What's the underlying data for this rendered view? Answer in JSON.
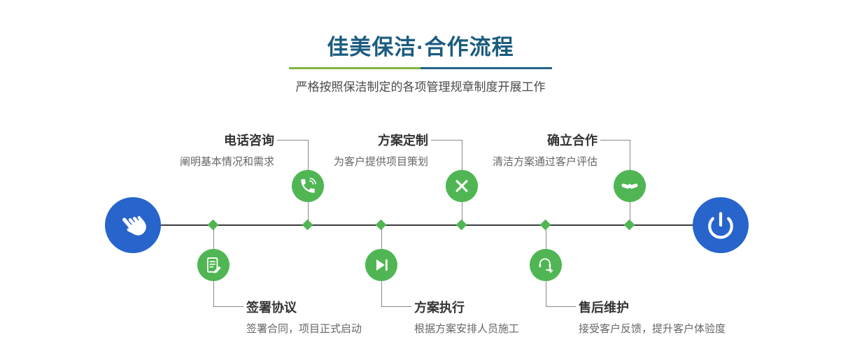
{
  "header": {
    "title": "佳美保洁·合作流程",
    "subtitle": "严格按照保洁制定的各项管理规章制度开展工作"
  },
  "flow": {
    "start_icon": "pointing-hand-icon",
    "end_icon": "power-icon",
    "top_steps": [
      {
        "label": "电话咨询",
        "desc": "阐明基本情况和需求",
        "icon": "phone-icon"
      },
      {
        "label": "方案定制",
        "desc": "为客户提供项目策划",
        "icon": "design-tools-icon"
      },
      {
        "label": "确立合作",
        "desc": "清洁方案通过客户评估",
        "icon": "handshake-icon"
      }
    ],
    "bottom_steps": [
      {
        "label": "签署协议",
        "desc": "签署合同，项目正式启动",
        "icon": "contract-icon"
      },
      {
        "label": "方案执行",
        "desc": "根据方案安排人员施工",
        "icon": "play-icon"
      },
      {
        "label": "售后维护",
        "desc": "接受客户反馈，提升客户体验度",
        "icon": "headset-icon"
      }
    ]
  },
  "colors": {
    "title_blue": "#1a5b80",
    "accent_green": "#4fb653",
    "accent_blue": "#2764cb",
    "divider_green": "#7fb53c",
    "divider_blue": "#24648c",
    "timeline": "#3c3c3c",
    "connector": "#8a8a8a",
    "label_text": "#333333",
    "desc_text": "#666666"
  }
}
